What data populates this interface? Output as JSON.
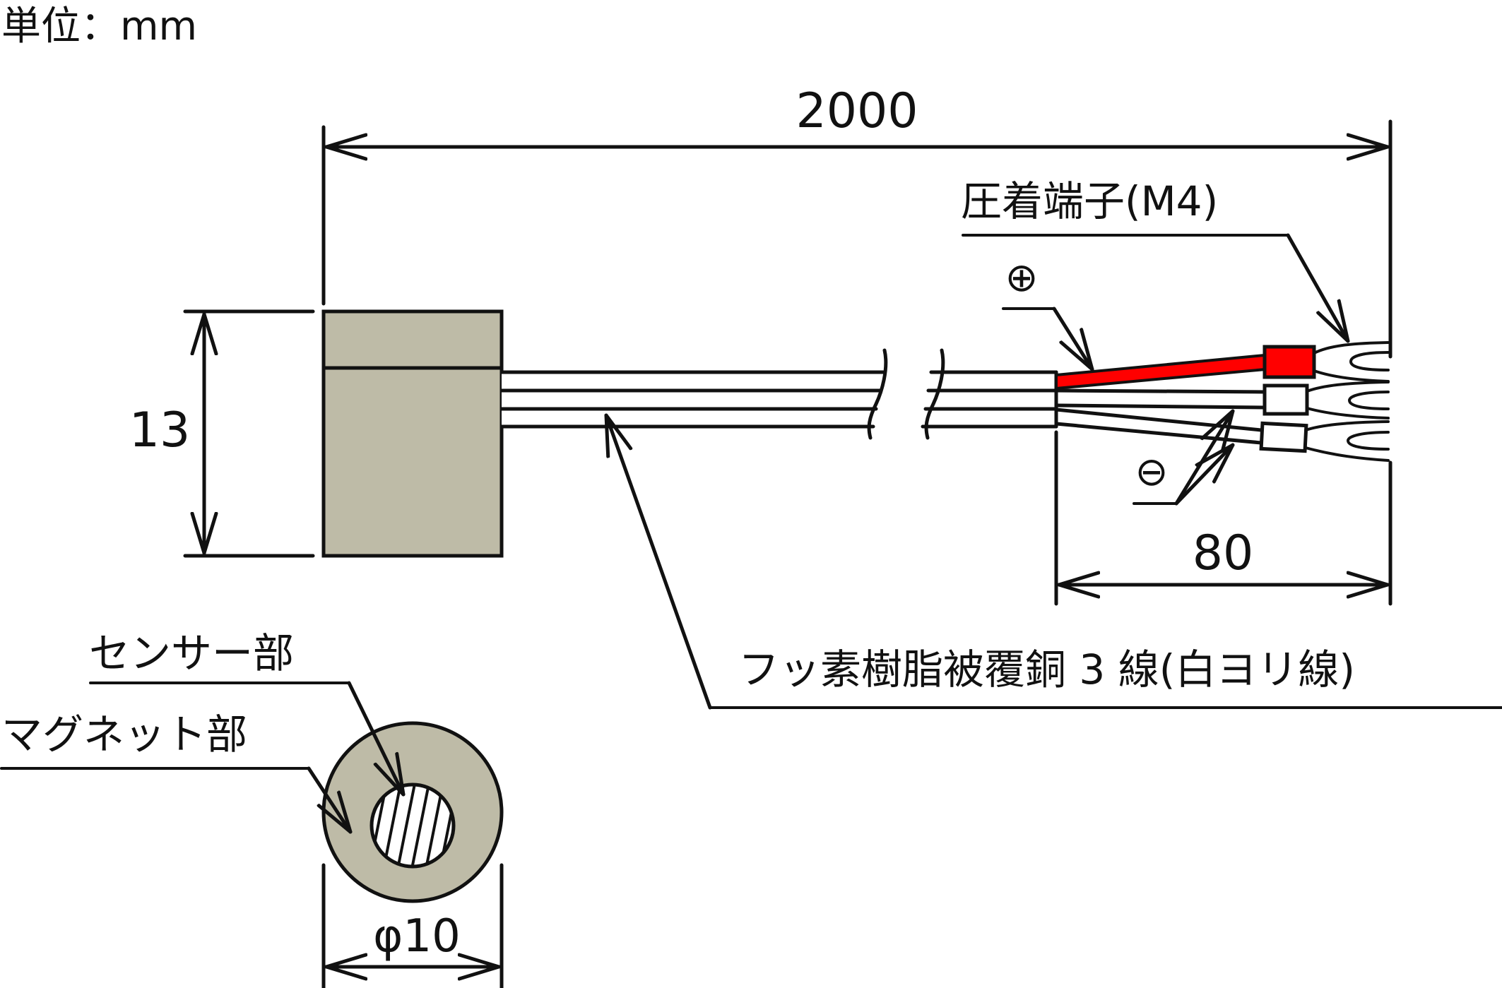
{
  "unit_label": "単位：mm",
  "dimensions": {
    "total_length": "2000",
    "height": "13",
    "strip_length": "80",
    "diameter": "φ10"
  },
  "labels": {
    "terminal": "圧着端子(M4)",
    "positive": "⊕",
    "negative": "⊖",
    "cable": "フッ素樹脂被覆銅 3 線(白ヨリ線)",
    "sensor_part": "センサー部",
    "magnet_part": "マグネット部"
  },
  "colors": {
    "body": "#bebba7",
    "positive_wire": "#ff0000",
    "line": "#111111",
    "background": "#ffffff"
  }
}
